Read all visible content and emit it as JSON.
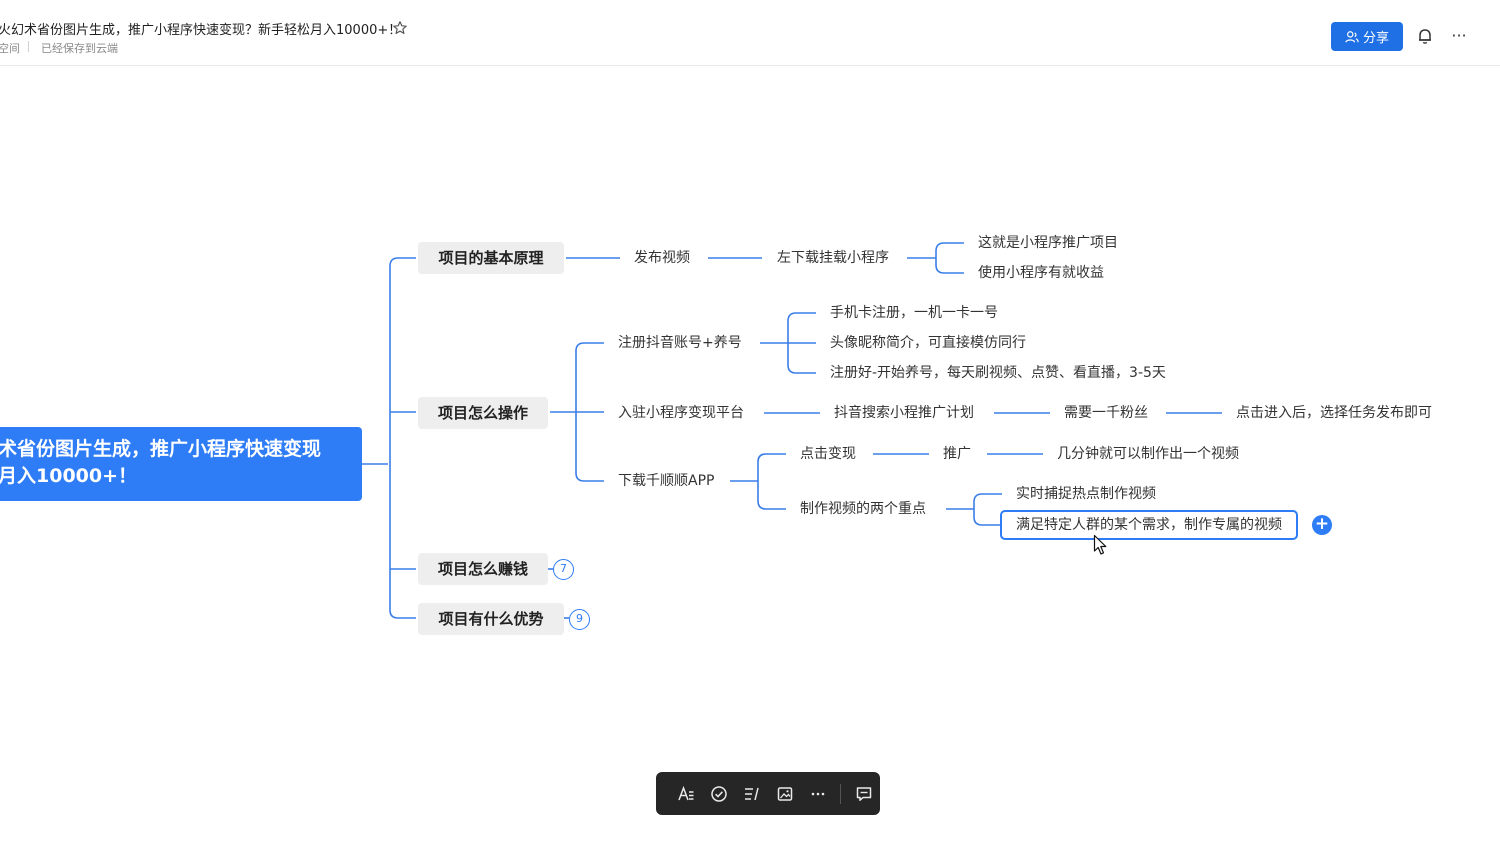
{
  "header": {
    "title": "火幻术省份图片生成，推广小程序快速变现？新手轻松月入10000+！",
    "crumb_space": "空间",
    "save_status": "已经保存到云端",
    "share_label": "分享"
  },
  "mindmap": {
    "root": {
      "line1": "术省份图片生成，推广小程序快速变现",
      "line2": "月入10000+！"
    },
    "topics": [
      {
        "label": "项目的基本原理"
      },
      {
        "label": "项目怎么操作"
      },
      {
        "label": "项目怎么赚钱",
        "collapsed_count": "7"
      },
      {
        "label": "项目有什么优势",
        "collapsed_count": "9"
      }
    ],
    "principle": {
      "step1": "发布视频",
      "step2": "左下载挂载小程序",
      "leaf1": "这就是小程序推广项目",
      "leaf2": "使用小程序有就收益"
    },
    "operate": {
      "register": "注册抖音账号+养号",
      "register_items": [
        "手机卡注册，一机一卡一号",
        "头像昵称简介，可直接模仿同行",
        "注册好-开始养号，每天刷视频、点赞、看直播，3-5天"
      ],
      "join": "入驻小程序变现平台",
      "join_chain": [
        "抖音搜索小程推广计划",
        "需要一千粉丝",
        "点击进入后，选择任务发布即可"
      ],
      "download": "下载千顺顺APP",
      "click_monetize": "点击变现",
      "promote": "推广",
      "minutes": "几分钟就可以制作出一个视频",
      "two_points": "制作视频的两个重点",
      "point1": "实时捕捉热点制作视频",
      "point2": "满足特定人群的某个需求，制作专属的视频"
    }
  },
  "colors": {
    "accent": "#2e7cf6",
    "share_button": "#1f6fe5",
    "toolbar_bg": "#262626",
    "topic_bg": "#eeeeee"
  },
  "toolbar_icons": [
    "text-style-icon",
    "check-circle-icon",
    "list-icon",
    "image-icon",
    "more-icon",
    "comment-icon"
  ]
}
